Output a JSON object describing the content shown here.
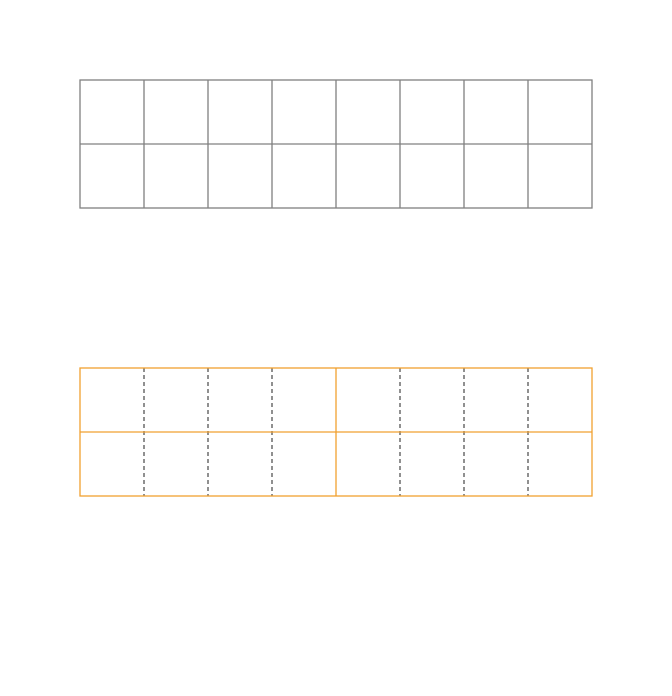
{
  "colors": {
    "background": "#ffffff",
    "top_grid": "#808080",
    "bottom_outline": "#f0a030",
    "bottom_dashed": "#555555"
  },
  "grids": [
    {
      "name": "top-grid",
      "rows": 2,
      "cols": 8,
      "style": "solid-gray"
    },
    {
      "name": "bottom-grid",
      "rows": 2,
      "cols": 8,
      "group_size": 4,
      "style": "orange-outline-dashed-subdivisions"
    }
  ]
}
